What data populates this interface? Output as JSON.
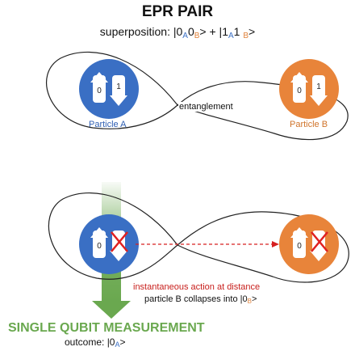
{
  "title": "EPR PAIR",
  "superposition": {
    "prefix": "superposition: |0",
    "s1": "A",
    "mid1": "0",
    "s2": "B",
    "mid2": "> + |1",
    "s3": "A",
    "mid3": "1 ",
    "s4": "B",
    "suffix": ">"
  },
  "entanglement_label": "entanglement",
  "particle_a_label": "Particle A",
  "particle_b_label": "Particle B",
  "spin_labels": {
    "up": "0",
    "down": "1"
  },
  "instant_action_label": "instantaneous action at distance",
  "collapse_text": {
    "prefix": "particle B collapses into |0",
    "sub": "B",
    "suffix": ">"
  },
  "measurement_title": "SINGLE QUBIT MEASUREMENT",
  "outcome": {
    "prefix": "outcome: |0",
    "sub": "A",
    "suffix": ">"
  },
  "colors": {
    "particle_a": "#3a6fc4",
    "particle_b": "#e8843a",
    "arrow": "#6aa84f",
    "cross": "#e02020",
    "action_line": "#d62020"
  }
}
